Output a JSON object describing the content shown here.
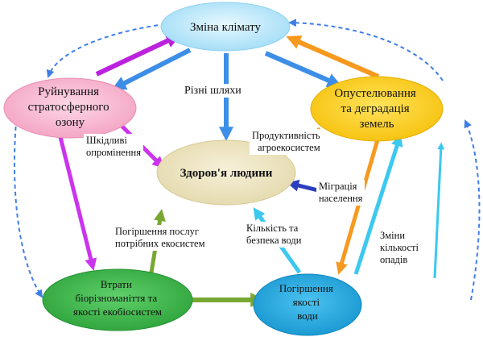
{
  "nodes": {
    "climate": {
      "label": "Зміна  клімату",
      "color": "#bfe8fb"
    },
    "ozone": {
      "lines": [
        "Руйнування",
        "стратосферного",
        "озону"
      ],
      "color": "#f8b6ce"
    },
    "desert": {
      "lines": [
        "Опустелювання",
        "та деградація",
        "земель"
      ],
      "color": "#fbd11c"
    },
    "health": {
      "label": "Здоров'я  людини",
      "color": "#ece3c0"
    },
    "biodiv": {
      "lines": [
        "Втрати",
        "біорізноманіття та",
        "якості екобіосистем"
      ],
      "color": "#3db848"
    },
    "water": {
      "lines": [
        "Погіршення",
        "якості",
        "води"
      ],
      "color": "#1fa7dc"
    }
  },
  "labels": {
    "paths": "Різні шляхи",
    "uv": [
      "Шкідливі",
      "опромінення"
    ],
    "productivity": [
      "Продуктивність",
      "агроекосистем"
    ],
    "migration": [
      "Міграція",
      "населення"
    ],
    "services": [
      "Погіршення послуг",
      "потрібних екосистем"
    ],
    "water_quantity": [
      "Кількість та",
      "безпека води"
    ],
    "precip": [
      "Зміни",
      "кількості",
      "опадів"
    ]
  },
  "colors": {
    "dashed": "#3f7ee8",
    "purple": "#bb22dd",
    "magenta": "#cc33ee",
    "blue": "#3d8ee6",
    "orange": "#f7991f",
    "lightblue": "#3cc8ef",
    "green": "#78a832",
    "navy": "#2c3ec0"
  }
}
